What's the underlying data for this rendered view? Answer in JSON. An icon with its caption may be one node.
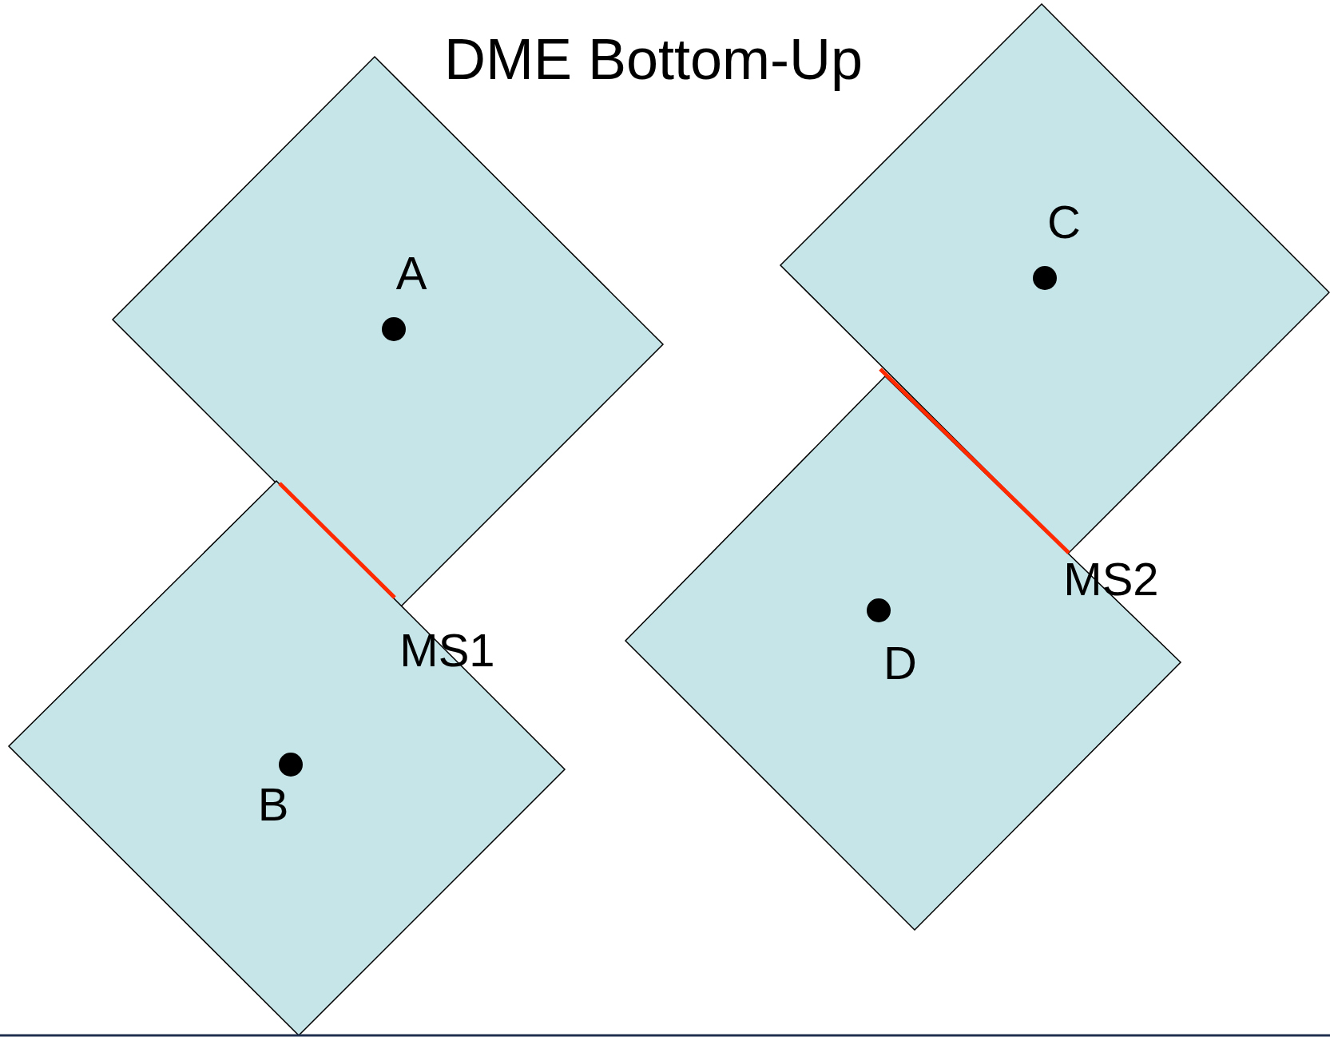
{
  "diagram": {
    "title": "DME Bottom-Up",
    "nodes": [
      {
        "text": [],
        "shape": "diamond"
      },
      {
        "text": [],
        "shape": "diamond"
      },
      {
        "text": [],
        "shape": "diamond"
      },
      {
        "text": [],
        "shape": "diamond"
      }
    ],
    "labels": [
      "A",
      "B",
      "C",
      "D",
      "MS1",
      "MS2"
    ]
  }
}
